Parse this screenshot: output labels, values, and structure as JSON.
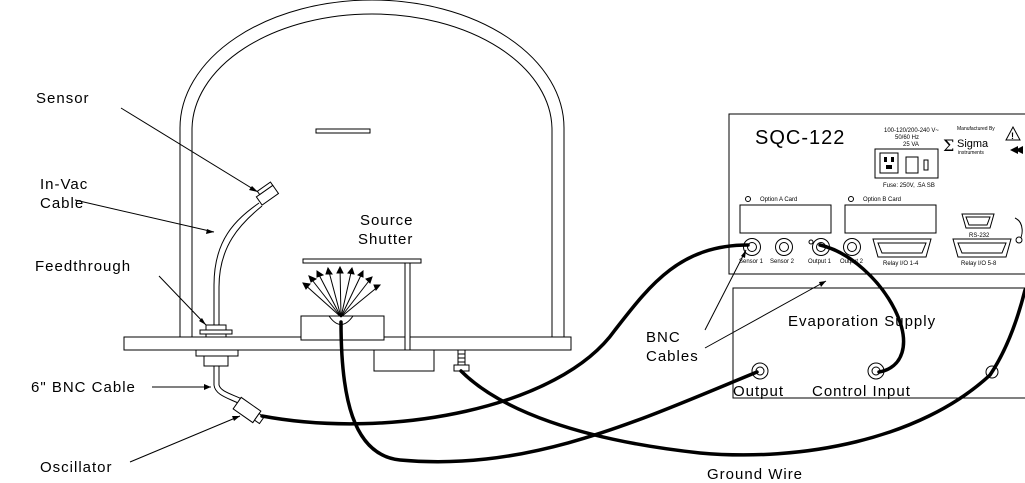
{
  "labels": {
    "sensor": "Sensor",
    "in_vac_line1": "In-Vac",
    "in_vac_line2": "Cable",
    "feedthrough": "Feedthrough",
    "bnc6": "6\" BNC Cable",
    "oscillator": "Oscillator",
    "source_line1": "Source",
    "source_line2": "Shutter",
    "bnc_cables_line1": "BNC",
    "bnc_cables_line2": "Cables",
    "ground_wire": "Ground Wire",
    "evaporation_supply": "Evaporation Supply",
    "supply_output": "Output",
    "supply_control_input": "Control Input"
  },
  "instrument": {
    "model": "SQC-122",
    "power_rating_1": "100-120/200-240 V~",
    "power_rating_2": "50/60 Hz",
    "power_rating_3": "25 VA",
    "fuse": "Fuse: 250V, .5A SB",
    "manufactured_by": "Manufactured By",
    "brand": "Sigma",
    "brand_sub": "instruments",
    "option_a": "Option A Card",
    "option_b": "Option B Card",
    "rs232": "RS-232",
    "sensor1": "Sensor 1",
    "sensor2": "Sensor 2",
    "output1": "Output 1",
    "output2": "Output 2",
    "relay14": "Relay I/O 1-4",
    "relay58": "Relay I/O 5-8"
  }
}
